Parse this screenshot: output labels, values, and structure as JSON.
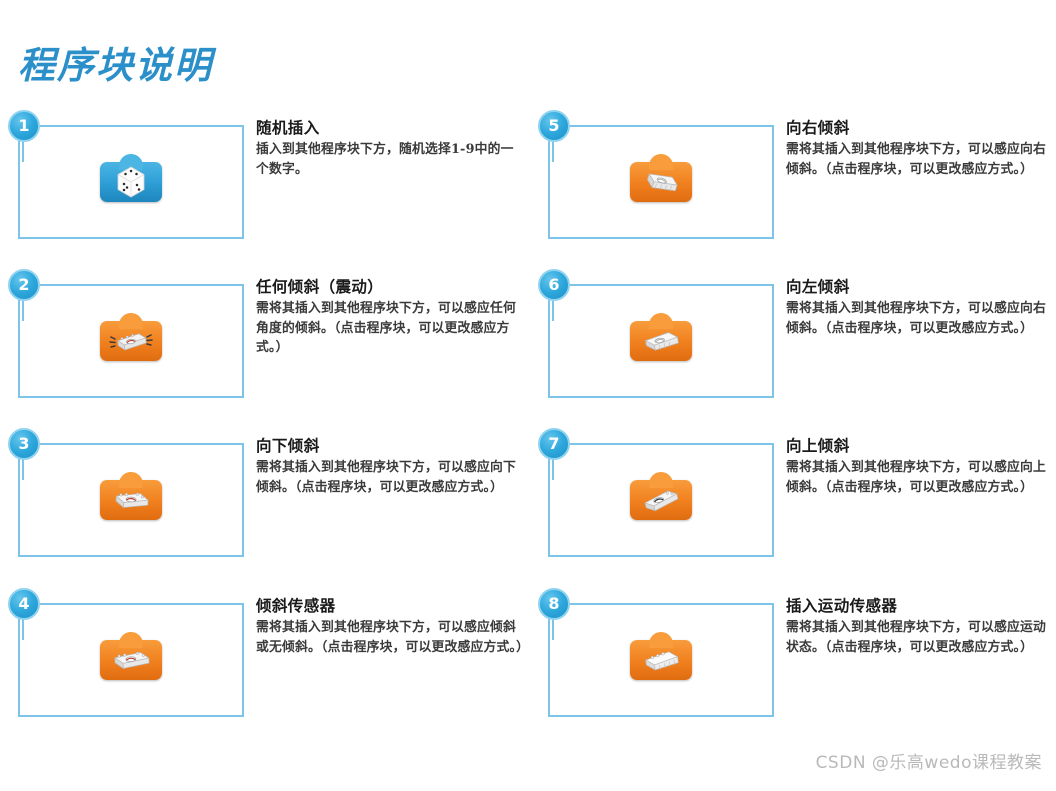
{
  "page": {
    "title": "程序块说明",
    "title_color": "#2b8fc9",
    "background": "#ffffff",
    "watermark": "CSDN @乐高wedo课程教案",
    "card_border_color": "#7ec4e8",
    "badge_color": "#2fa8dd"
  },
  "items": [
    {
      "number": "1",
      "title": "随机插入",
      "desc": "插入到其他程序块下方，随机选择1-9中的一个数字。",
      "icon": "wedo-random-dice-block",
      "icon_color": "blue",
      "column": "left",
      "row": 1
    },
    {
      "number": "2",
      "title": "任何倾斜（震动）",
      "desc": "需将其插入到其他程序块下方，可以感应任何角度的倾斜。（点击程序块，可以更改感应方式。）",
      "icon": "wedo-tilt-any-shake-block",
      "icon_color": "orange",
      "column": "left",
      "row": 2
    },
    {
      "number": "3",
      "title": "向下倾斜",
      "desc": "需将其插入到其他程序块下方，可以感应向下倾斜。（点击程序块，可以更改感应方式。）",
      "icon": "wedo-tilt-down-block",
      "icon_color": "orange",
      "column": "left",
      "row": 3
    },
    {
      "number": "4",
      "title": "倾斜传感器",
      "desc": "需将其插入到其他程序块下方，可以感应倾斜或无倾斜。（点击程序块，可以更改感应方式。）",
      "icon": "wedo-tilt-sensor-block",
      "icon_color": "orange",
      "column": "left",
      "row": 4
    },
    {
      "number": "5",
      "title": "向右倾斜",
      "desc": "需将其插入到其他程序块下方，可以感应向右倾斜。（点击程序块，可以更改感应方式。）",
      "icon": "wedo-tilt-right-block",
      "icon_color": "orange",
      "column": "right",
      "row": 1
    },
    {
      "number": "6",
      "title": "向左倾斜",
      "desc": "需将其插入到其他程序块下方，可以感应向右倾斜。（点击程序块，可以更改感应方式。）",
      "icon": "wedo-tilt-left-block",
      "icon_color": "orange",
      "column": "right",
      "row": 2
    },
    {
      "number": "7",
      "title": "向上倾斜",
      "desc": "需将其插入到其他程序块下方，可以感应向上倾斜。（点击程序块，可以更改感应方式。）",
      "icon": "wedo-tilt-up-block",
      "icon_color": "orange",
      "column": "right",
      "row": 3
    },
    {
      "number": "8",
      "title": "插入运动传感器",
      "desc": "需将其插入到其他程序块下方，可以感应运动状态。（点击程序块，可以更改感应方式。）",
      "icon": "wedo-motion-sensor-block",
      "icon_color": "orange",
      "column": "right",
      "row": 4
    }
  ]
}
